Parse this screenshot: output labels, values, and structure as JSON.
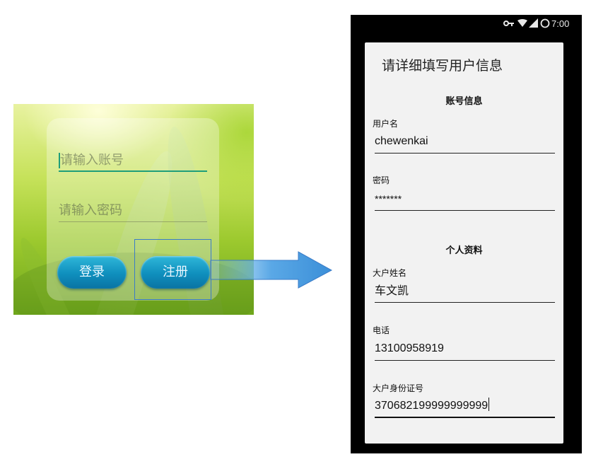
{
  "login_screen": {
    "account_placeholder": "请输入账号",
    "password_placeholder": "请输入密码",
    "login_button": "登录",
    "register_button": "注册"
  },
  "status_bar": {
    "time": "7:00",
    "icons": [
      "key-icon",
      "wifi-icon",
      "signal-icon",
      "battery-icon"
    ]
  },
  "register_dialog": {
    "title": "请详细填写用户信息",
    "sections": {
      "account": "账号信息",
      "personal": "个人资料"
    },
    "fields": {
      "username": {
        "label": "用户名",
        "value": "chewenkai"
      },
      "password": {
        "label": "密码",
        "value": "*******"
      },
      "real_name": {
        "label": "大户姓名",
        "value": "车文凯"
      },
      "phone": {
        "label": "电话",
        "value": "13100958919"
      },
      "id_number": {
        "label": "大户身份证号",
        "value": "370682199999999999"
      }
    }
  },
  "colors": {
    "button_blue": "#0f8fbd",
    "focus_green": "#1f9e7a",
    "arrow_blue": "#4a9ee0",
    "highlight_border": "#3a7cc8"
  }
}
